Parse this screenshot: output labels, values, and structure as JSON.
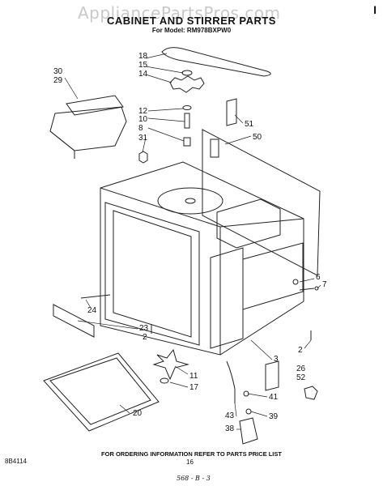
{
  "watermark": "AppliancePartsPros.com",
  "title": "CABINET AND STIRRER PARTS",
  "subtitle": "For Model: RM978BXPW0",
  "corner_mark": "I",
  "callouts": {
    "c18": "18",
    "c15": "15",
    "c14": "14",
    "c30": "30",
    "c29": "29",
    "c12": "12",
    "c10": "10",
    "c8": "8",
    "c31": "31",
    "c51": "51",
    "c50": "50",
    "c6": "6",
    "c7": "7",
    "c24": "24",
    "c23": "23",
    "c2a": "2",
    "c2b": "2",
    "c3": "3",
    "c26": "26",
    "c52": "52",
    "c11": "11",
    "c17": "17",
    "c41": "41",
    "c20": "20",
    "c43": "43",
    "c39": "39",
    "c38": "38"
  },
  "footer_text": "FOR ORDERING INFORMATION REFER TO PARTS PRICE LIST",
  "page_code": "8B4114",
  "page_number": "16",
  "hand_note": "568 - B - 3"
}
